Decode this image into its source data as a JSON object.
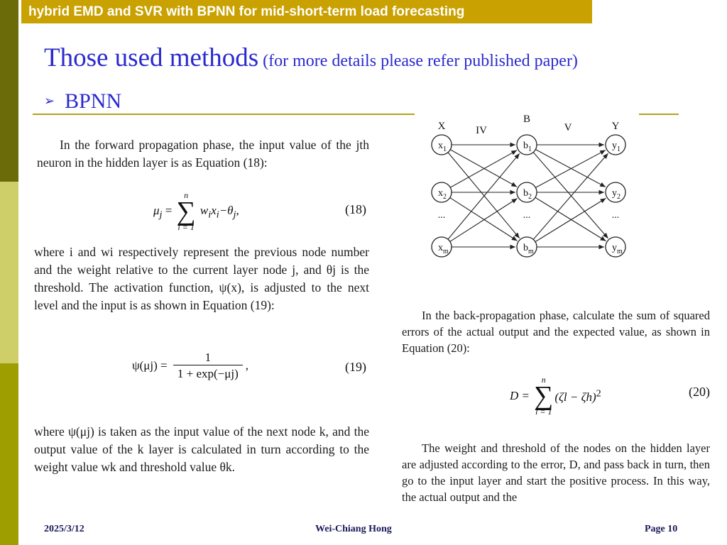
{
  "header": {
    "banner": "hybrid EMD and SVR with BPNN for mid-short-term load forecasting"
  },
  "title": {
    "main": "Those used methods",
    "sub": "(for more details please refer published paper)"
  },
  "bullet": {
    "label": "BPNN"
  },
  "left": {
    "p1": "In the forward propagation phase, the input value of the jth neuron in the hidden layer is as Equation (18):",
    "eq18": {
      "lhs": "μ",
      "lhs_sub": "j",
      "rhs": "w",
      "rhs_sub_i": "i",
      "x": "x",
      "minus": "−θ",
      "theta_sub": "j",
      "comma": ",",
      "upper": "n",
      "lower": "i = 1",
      "number": "(18)"
    },
    "p2": "where i and wi respectively represent the previous node number and the weight relative to the current layer node j, and θj is the threshold. The activation function, ψ(x), is adjusted to the next level and the input is as shown in Equation (19):",
    "eq19": {
      "lhs": "ψ(μj) =",
      "numerator": "1",
      "denominator": "1 + exp(−μj)",
      "comma": ",",
      "number": "(19)"
    },
    "p3": "where ψ(μj) is taken as the input value of the next node k, and the output value of the k layer is calculated in turn according to the weight value wk and threshold value θk."
  },
  "network": {
    "layer_labels": [
      "X",
      "IV",
      "B",
      "V",
      "Y"
    ],
    "input_nodes": [
      "x1",
      "x2",
      "...",
      "xm"
    ],
    "hidden_nodes": [
      "b1",
      "b2",
      "...",
      "bm"
    ],
    "output_nodes": [
      "y1",
      "y2",
      "...",
      "ym"
    ]
  },
  "right": {
    "p4": "In the back-propagation phase, calculate the sum of squared errors of the actual output and the expected value, as shown in Equation (20):",
    "eq20": {
      "lhs": "D =",
      "body": "(ζl − ζh)",
      "power": "2",
      "upper": "n",
      "lower": "l = 1",
      "number": "(20)"
    },
    "p5": "The weight and threshold of the nodes on the hidden layer are adjusted according to the error, D, and pass back in turn, then go to the input layer and start the positive process. In this way, the actual output and the"
  },
  "footer": {
    "date": "2025/3/12",
    "author": "Wei-Chiang Hong",
    "page": "Page 10"
  }
}
